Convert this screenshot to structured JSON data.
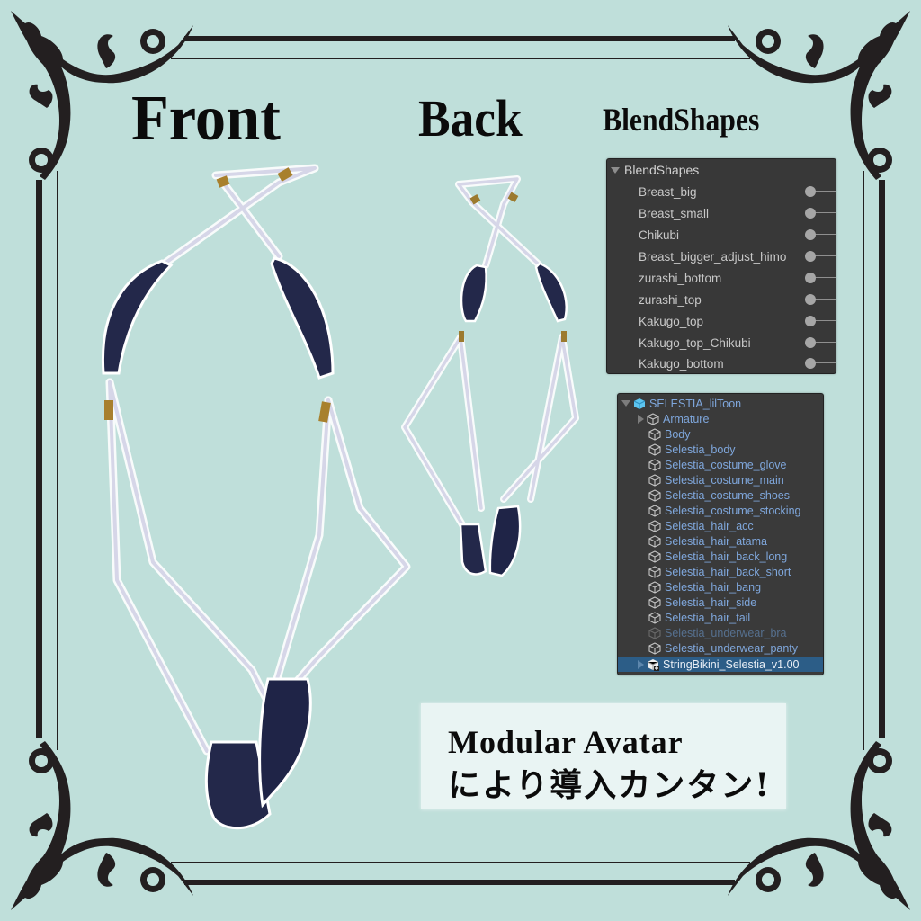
{
  "headings": {
    "front": "Front",
    "back": "Back",
    "blendshapes": "BlendShapes"
  },
  "blendshapes_panel": {
    "header": "BlendShapes",
    "items": [
      {
        "label": "Breast_big",
        "value": 0
      },
      {
        "label": "Breast_small",
        "value": 0
      },
      {
        "label": "Chikubi",
        "value": 0
      },
      {
        "label": "Breast_bigger_adjust_himo",
        "value": 0
      },
      {
        "label": "zurashi_bottom",
        "value": 0
      },
      {
        "label": "zurashi_top",
        "value": 0
      },
      {
        "label": "Kakugo_top",
        "value": 0
      },
      {
        "label": "Kakugo_top_Chikubi",
        "value": 0
      },
      {
        "label": "Kakugo_bottom",
        "value": 0
      }
    ]
  },
  "hierarchy_panel": {
    "root": "SELESTIA_lilToon",
    "items": [
      {
        "label": "Armature",
        "expandable": true,
        "state": "normal"
      },
      {
        "label": "Body",
        "state": "normal"
      },
      {
        "label": "Selestia_body",
        "state": "normal"
      },
      {
        "label": "Selestia_costume_glove",
        "state": "normal"
      },
      {
        "label": "Selestia_costume_main",
        "state": "normal"
      },
      {
        "label": "Selestia_costume_shoes",
        "state": "normal"
      },
      {
        "label": "Selestia_costume_stocking",
        "state": "normal"
      },
      {
        "label": "Selestia_hair_acc",
        "state": "normal"
      },
      {
        "label": "Selestia_hair_atama",
        "state": "normal"
      },
      {
        "label": "Selestia_hair_back_long",
        "state": "normal"
      },
      {
        "label": "Selestia_hair_back_short",
        "state": "normal"
      },
      {
        "label": "Selestia_hair_bang",
        "state": "normal"
      },
      {
        "label": "Selestia_hair_side",
        "state": "normal"
      },
      {
        "label": "Selestia_hair_tail",
        "state": "normal"
      },
      {
        "label": "Selestia_underwear_bra",
        "state": "disabled"
      },
      {
        "label": "Selestia_underwear_panty",
        "state": "normal"
      },
      {
        "label": "StringBikini_Selestia_v1.00",
        "expandable": true,
        "state": "selected"
      }
    ]
  },
  "callout": {
    "line1": "Modular  Avatar",
    "line2": "により導入カンタン!"
  },
  "colors": {
    "background": "#bfdfda",
    "frame": "#231f20",
    "fabric": "#262a4a",
    "string": "#e8e8f4",
    "panel_bg": "#383838",
    "hierarchy_text": "#7fa7dc",
    "selected_row": "#2c5d87"
  }
}
